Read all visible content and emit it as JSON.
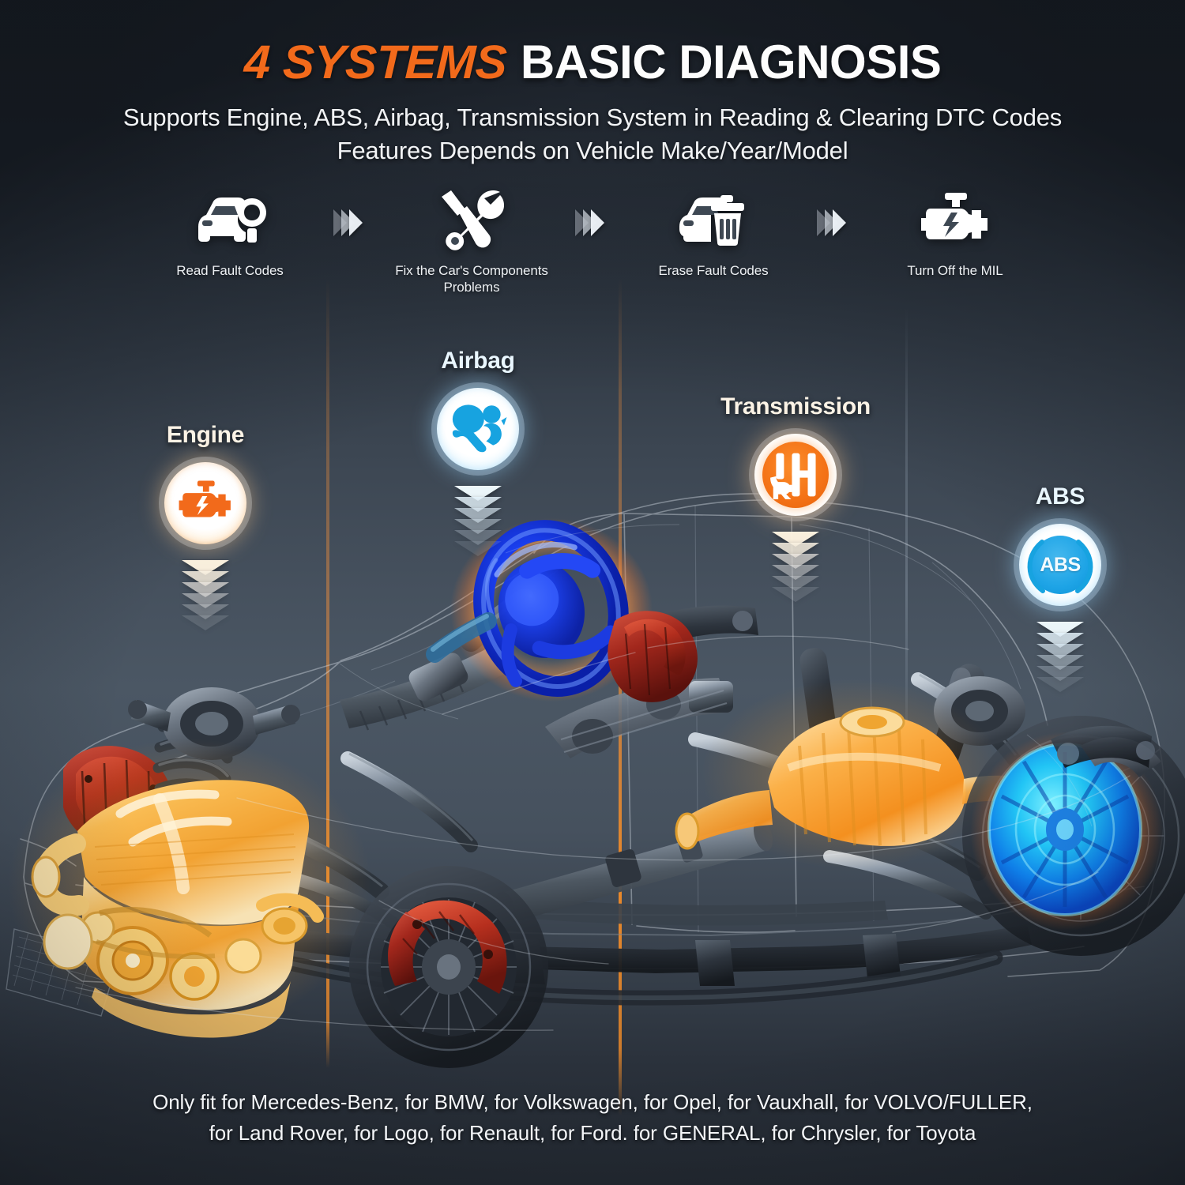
{
  "header": {
    "title_accent": "4 SYSTEMS",
    "title_main": "BASIC DIAGNOSIS",
    "subtitle_line1": "Supports Engine, ABS, Airbag, Transmission System in Reading & Clearing DTC Codes",
    "subtitle_line2": "Features Depends on Vehicle Make/Year/Model"
  },
  "flow": {
    "steps": [
      {
        "label": "Read Fault Codes",
        "icon": "car-magnifier-icon"
      },
      {
        "label": "Fix the Car's Components Problems",
        "icon": "wrench-screwdriver-icon"
      },
      {
        "label": "Erase Fault Codes",
        "icon": "car-trash-icon"
      },
      {
        "label": "Turn Off the MIL",
        "icon": "check-engine-icon"
      }
    ],
    "arrow_icon": "double-chevron-right-icon"
  },
  "systems": [
    {
      "label": "Engine",
      "icon": "check-engine-icon",
      "style": "warm",
      "accent": "#F26A1B"
    },
    {
      "label": "Airbag",
      "icon": "airbag-occupant-icon",
      "style": "cool",
      "accent": "#17A3E0"
    },
    {
      "label": "Transmission",
      "icon": "gear-shift-pattern-icon",
      "style": "warm-solid",
      "accent": "#F47216"
    },
    {
      "label": "ABS",
      "icon": "abs-brake-disc-icon",
      "style": "cool-solid",
      "accent": "#1EA4E6",
      "icon_text": "ABS"
    }
  ],
  "footer": {
    "line1": "Only fit for Mercedes-Benz, for BMW, for Volkswagen, for Opel, for Vauxhall, for VOLVO/FULLER,",
    "line2": "for Land Rover, for Logo, for Renault, for Ford. for GENERAL, for Chrysler, for Toyota"
  },
  "colors": {
    "accent_orange": "#F26A1B",
    "accent_blue": "#17A3E0",
    "bg_dark": "#222830",
    "bg_mid": "#4B5764",
    "text_light": "#F2F4F6",
    "engine_highlight": "#F2A93B",
    "steering_highlight": "#1B3FE8",
    "brake_highlight": "#1FC8F5",
    "caliper_red": "#A62218"
  }
}
